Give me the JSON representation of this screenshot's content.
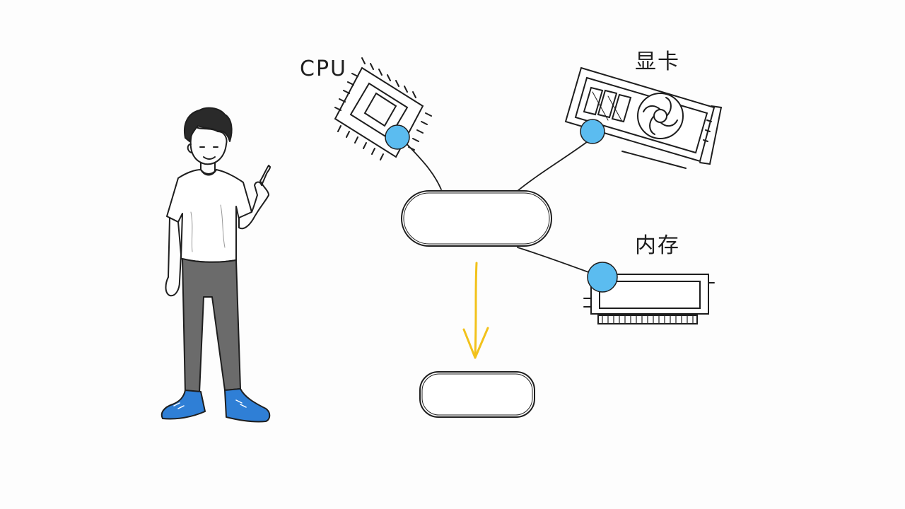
{
  "labels": {
    "cpu": "CPU",
    "gpu": "显卡",
    "memory": "内存"
  },
  "colors": {
    "ink": "#1e1e1e",
    "node_blue": "#5bbcf0",
    "arrow_yellow": "#f2c21b",
    "shoe_blue": "#2f7fd6",
    "pants_gray": "#6b6b6b",
    "background": "#fdfdfd"
  },
  "icons": [
    "person-pointing",
    "cpu-chip-icon",
    "graphics-card-icon",
    "memory-stick-icon",
    "down-arrow-icon"
  ]
}
